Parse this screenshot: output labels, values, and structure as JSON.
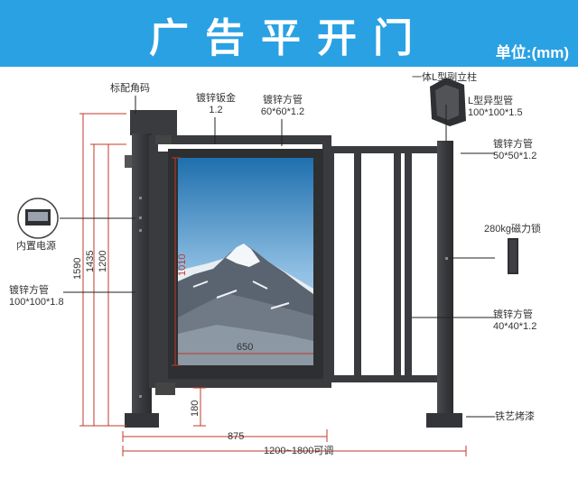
{
  "header": {
    "title": "广告平开门",
    "unit": "单位:(mm)",
    "bg_color": "#2aa1e3"
  },
  "labels": {
    "corner_code": "标配角码",
    "sheet_name": "镀锌钣金",
    "sheet_spec": "1.2",
    "top_tube_name": "镀锌方管",
    "top_tube_spec": "60*60*1.2",
    "l_post": "一体L型副立柱",
    "l_tube_name": "L型异型管",
    "l_tube_spec": "100*100*1.5",
    "rail_name": "镀锌方管",
    "rail_spec": "50*50*1.2",
    "power": "内置电源",
    "lock": "280kg磁力锁",
    "post_name": "镀锌方管",
    "post_spec": "100*100*1.8",
    "bar_name": "镀锌方管",
    "bar_spec": "40*40*1.2",
    "paint": "铁艺烤漆"
  },
  "dimensions": {
    "total_height": "1590",
    "mid_height": "1435",
    "door_height": "1200",
    "panel_height": "1010",
    "panel_width": "650",
    "ground_gap": "180",
    "door_width": "875",
    "total_width": "1200~1800可调"
  },
  "colors": {
    "frame": "#3a3b3e",
    "dimension": "#c0392b",
    "sky_top": "#1f6fae",
    "sky_bottom": "#cfe3f2"
  }
}
